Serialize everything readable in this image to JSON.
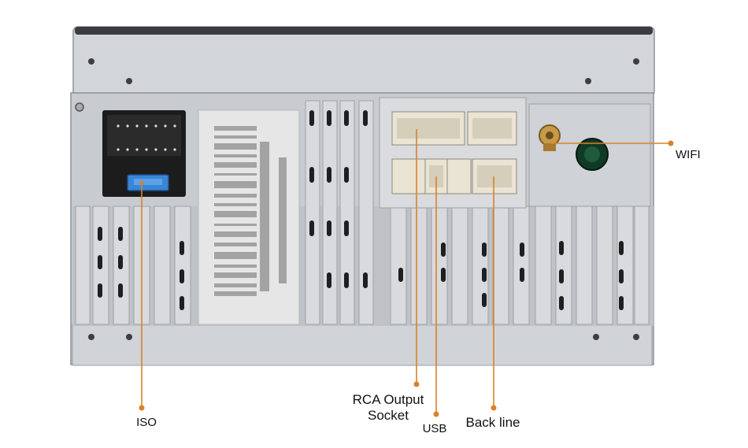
{
  "callouts": {
    "iso": "ISO",
    "rca_line1": "RCA Output",
    "rca_line2": "Socket",
    "usb": "USB",
    "back_line": "Back line",
    "wifi": "WIFI"
  },
  "colors": {
    "leader_line": "#d9822b",
    "chassis": "#c9ccd0",
    "chassis_dark": "#9a9da2",
    "connector_black": "#1c1c1c",
    "connector_cream": "#e9e4d3",
    "fuse_blue": "#3a86d6",
    "antenna_gold": "#b98a3a",
    "antenna_green": "#0f3a26",
    "label_sticker": "#e4e4e4"
  },
  "icons": [
    "iso-connector-icon",
    "rca-connector-icon",
    "usb-connector-icon",
    "wifi-antenna-socket-icon",
    "gps-socket-icon"
  ]
}
